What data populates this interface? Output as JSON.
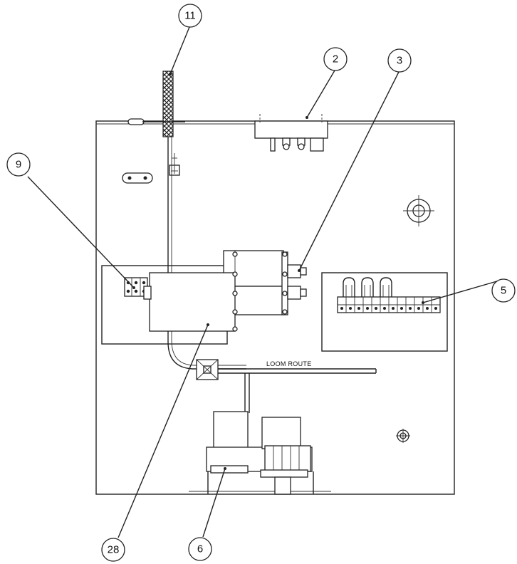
{
  "callouts": {
    "c11": "11",
    "c2": "2",
    "c3": "3",
    "c9": "9",
    "c5": "5",
    "c28": "28",
    "c6": "6"
  },
  "labels": {
    "loom_route": "LOOM ROUTE"
  }
}
